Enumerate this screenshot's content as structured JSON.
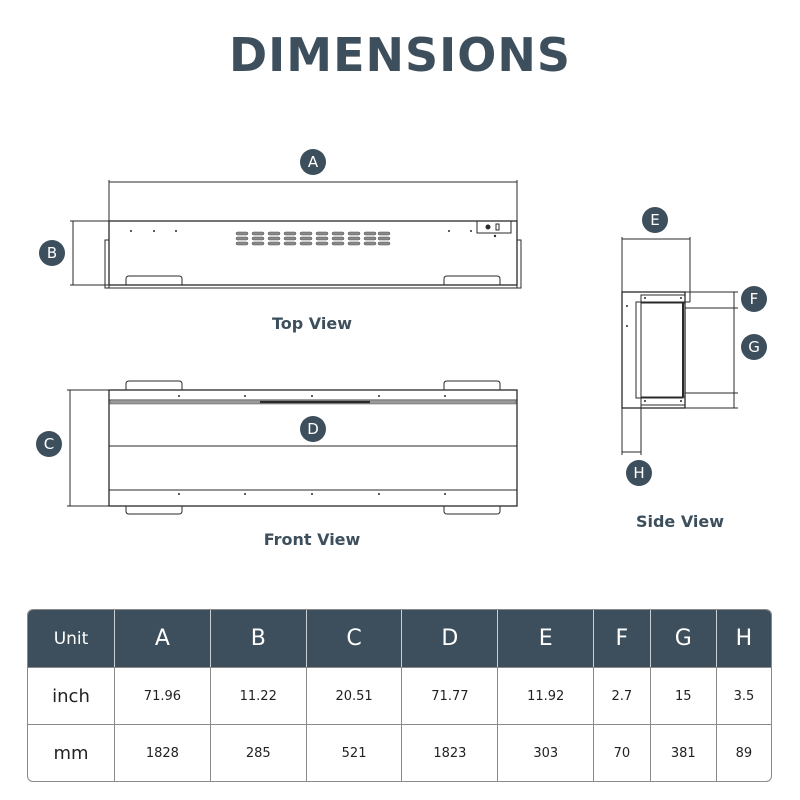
{
  "title": "DIMENSIONS",
  "views": {
    "top": {
      "label": "Top View",
      "markers": [
        "A",
        "B"
      ]
    },
    "front": {
      "label": "Front View",
      "markers": [
        "C",
        "D"
      ]
    },
    "side": {
      "label": "Side View",
      "markers": [
        "E",
        "F",
        "G",
        "H"
      ]
    }
  },
  "markers": {
    "A": "A",
    "B": "B",
    "C": "C",
    "D": "D",
    "E": "E",
    "F": "F",
    "G": "G",
    "H": "H"
  },
  "colors": {
    "primary": "#3d4f5c",
    "line": "#2a2a2a",
    "border": "#8a8a8a"
  },
  "table": {
    "headers": [
      "Unit",
      "A",
      "B",
      "C",
      "D",
      "E",
      "F",
      "G",
      "H"
    ],
    "rows": [
      {
        "unit": "inch",
        "values": [
          "71.96",
          "11.22",
          "20.51",
          "71.77",
          "11.92",
          "2.7",
          "15",
          "3.5"
        ]
      },
      {
        "unit": "mm",
        "values": [
          "1828",
          "285",
          "521",
          "1823",
          "303",
          "70",
          "381",
          "89"
        ]
      }
    ]
  }
}
